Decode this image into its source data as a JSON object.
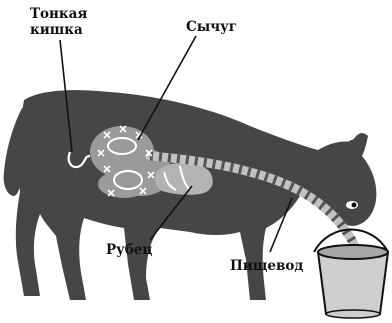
{
  "labels": {
    "small_intestine_line1": "Тонкая",
    "small_intestine_line2": "кишка",
    "abomasum": "Сычуг",
    "rumen": "Рубец",
    "esophagus": "Пищевод"
  },
  "colors": {
    "cow_body": "#464646",
    "organ_fill": "#9a9a9a",
    "esophagus_tube": "#c2c2c2",
    "esophagus_segments": "#555555",
    "rumen_fill": "#b3b3b3",
    "bucket": "#cfcfcf",
    "water": "#a7a7a7",
    "leader_lines": "#111111"
  },
  "icons": {
    "cow": "cow-silhouette",
    "bucket": "bucket-icon"
  }
}
